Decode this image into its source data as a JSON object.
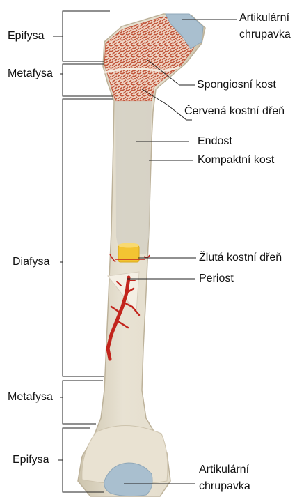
{
  "diagram": {
    "left_labels": {
      "epifysa_top": "Epifysa",
      "metafysa_top": "Metafysa",
      "diafysa": "Diafysa",
      "metafysa_bottom": "Metafysa",
      "epifysa_bottom": "Epifysa"
    },
    "right_labels": {
      "artikularni_top_line1": "Artikulární",
      "artikularni_top_line2": "chrupavka",
      "spongiosni_kost": "Spongiosní kost",
      "cervena_kostni_dren": "Červená kostní dřeň",
      "endost": "Endost",
      "kompaktni_kost": "Kompaktní kost",
      "zluta_kostni_dren": "Žlutá kostní dřeň",
      "periost": "Periost",
      "artikularni_bottom_line1": "Artikulární",
      "artikularni_bottom_line2": "chrupavka"
    },
    "colors": {
      "bone_shaft": "#e3dccb",
      "bone_shadow": "#cfc6b0",
      "medullary_cavity": "#d4d0c4",
      "spongy_red": "#c0553a",
      "spongy_bg": "#efd4c4",
      "cartilage": "#a9bfcf",
      "yellow_marrow": "#f3c432",
      "blood_vessel": "#c2241c",
      "periosteum": "#f4efe4",
      "line": "#222222"
    }
  }
}
